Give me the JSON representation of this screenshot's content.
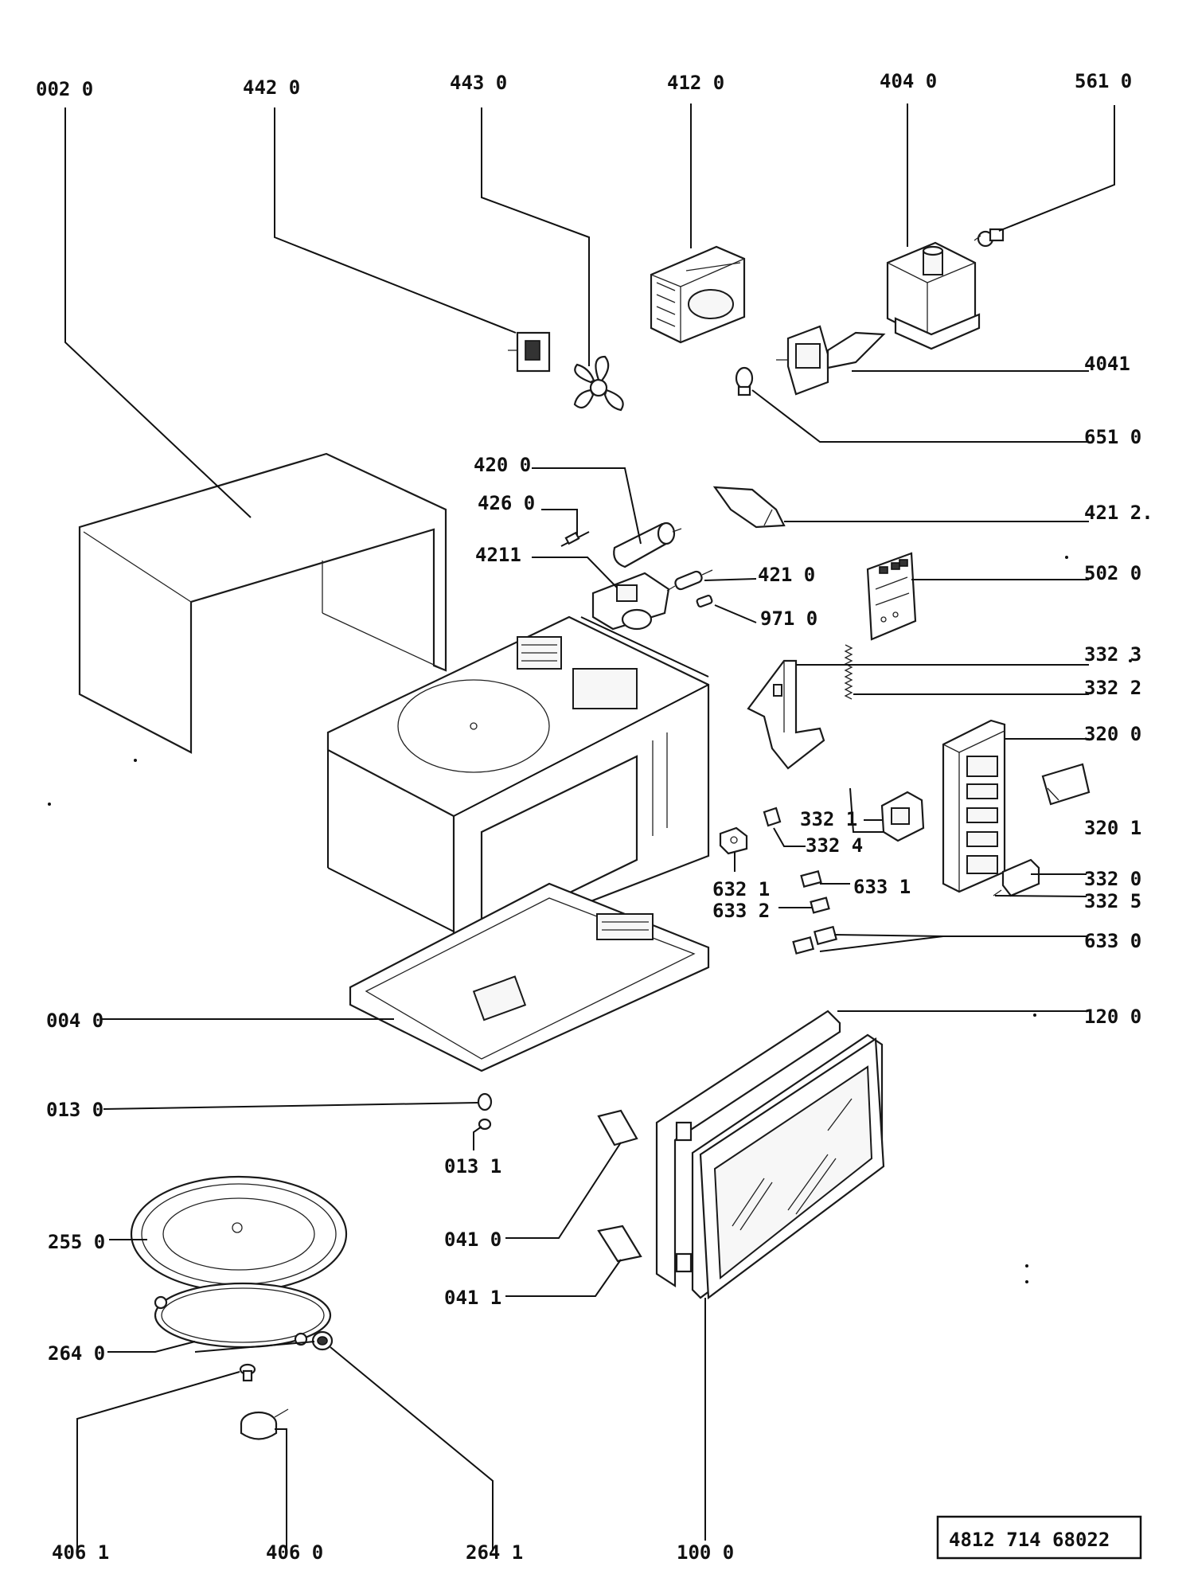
{
  "labels": {
    "l0020": "002 0",
    "l4420": "442 0",
    "l4430": "443 0",
    "l4120": "412 0",
    "l4040": "404 0",
    "l5610": "561 0",
    "l4041": "4041",
    "l6510": "651 0",
    "l4200": "420 0",
    "l4260": "426 0",
    "l4211": "4211",
    "l4210": "421 0",
    "l9710": "971 0",
    "l4212": "421 2.",
    "l5020": "502 0",
    "l3323": "332 3",
    "l3322": "332 2",
    "l3200": "320 0",
    "l3321": "332 1",
    "l3324": "332 4",
    "l3201": "320 1",
    "l6321": "632 1",
    "l6331": "633 1",
    "l3320": "332 0",
    "l3325": "332 5",
    "l6332": "633 2",
    "l6330": "633 0",
    "l0040": "004 0",
    "l1200": "120 0",
    "l0130": "013 0",
    "l0131": "013 1",
    "l2550": "255 0",
    "l0410": "041 0",
    "l0411": "041 1",
    "l2640": "264 0",
    "l4061": "406 1",
    "l4060": "406 0",
    "l2641": "264 1",
    "l1000": "100 0"
  },
  "doc_number": "4812 714 68022"
}
